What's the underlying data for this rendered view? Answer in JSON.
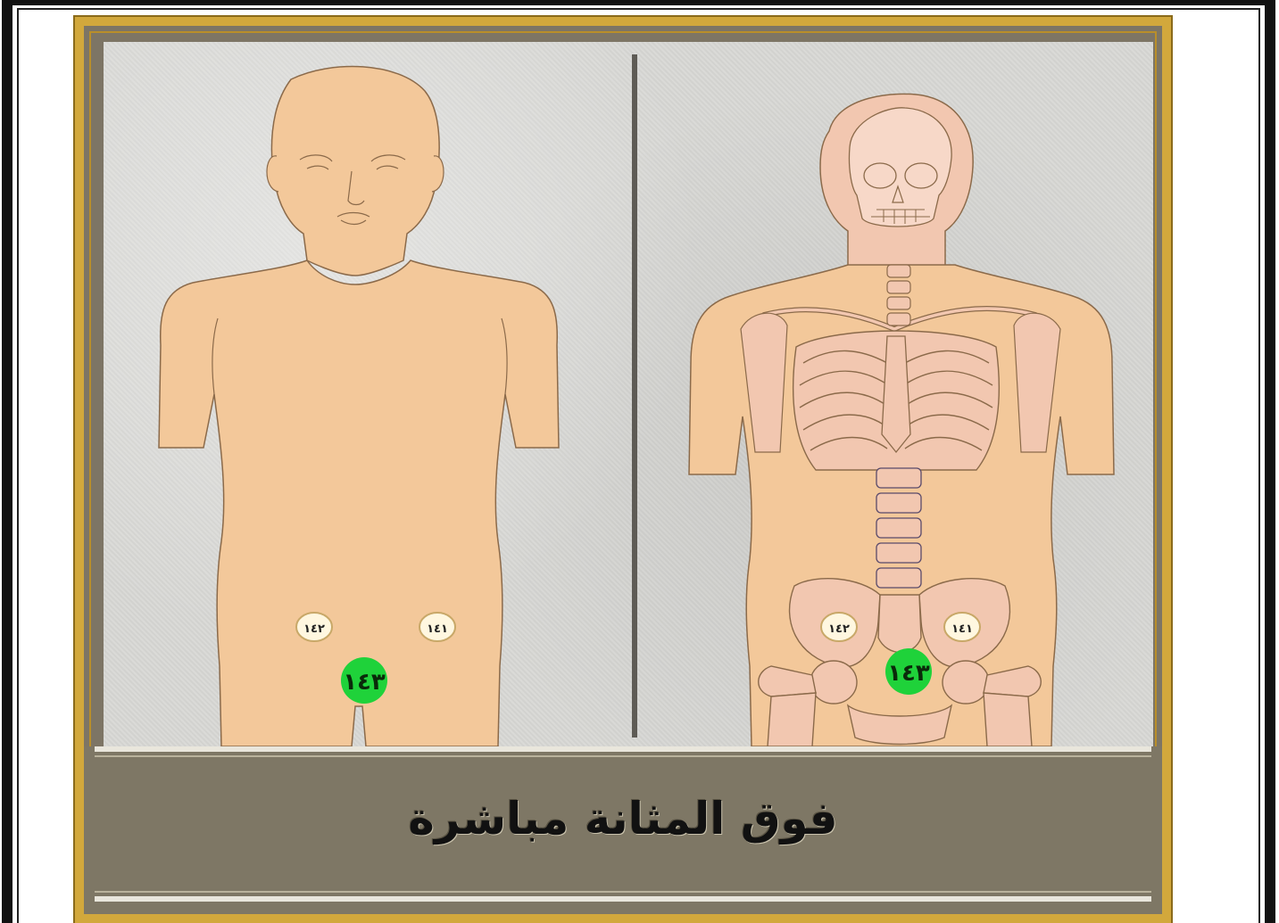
{
  "caption": "فوق المثانة مباشرة",
  "points": {
    "main_label": "١٤٣",
    "left_label": "١٤٢",
    "right_label": "١٤١"
  },
  "colors": {
    "frame_gold": "#d2a83c",
    "caption_band": "#7e7765",
    "skin": "#f3c89a",
    "bone": "#f2c7b0",
    "main_point": "#1fd23a",
    "side_point": "#fff7e0"
  }
}
